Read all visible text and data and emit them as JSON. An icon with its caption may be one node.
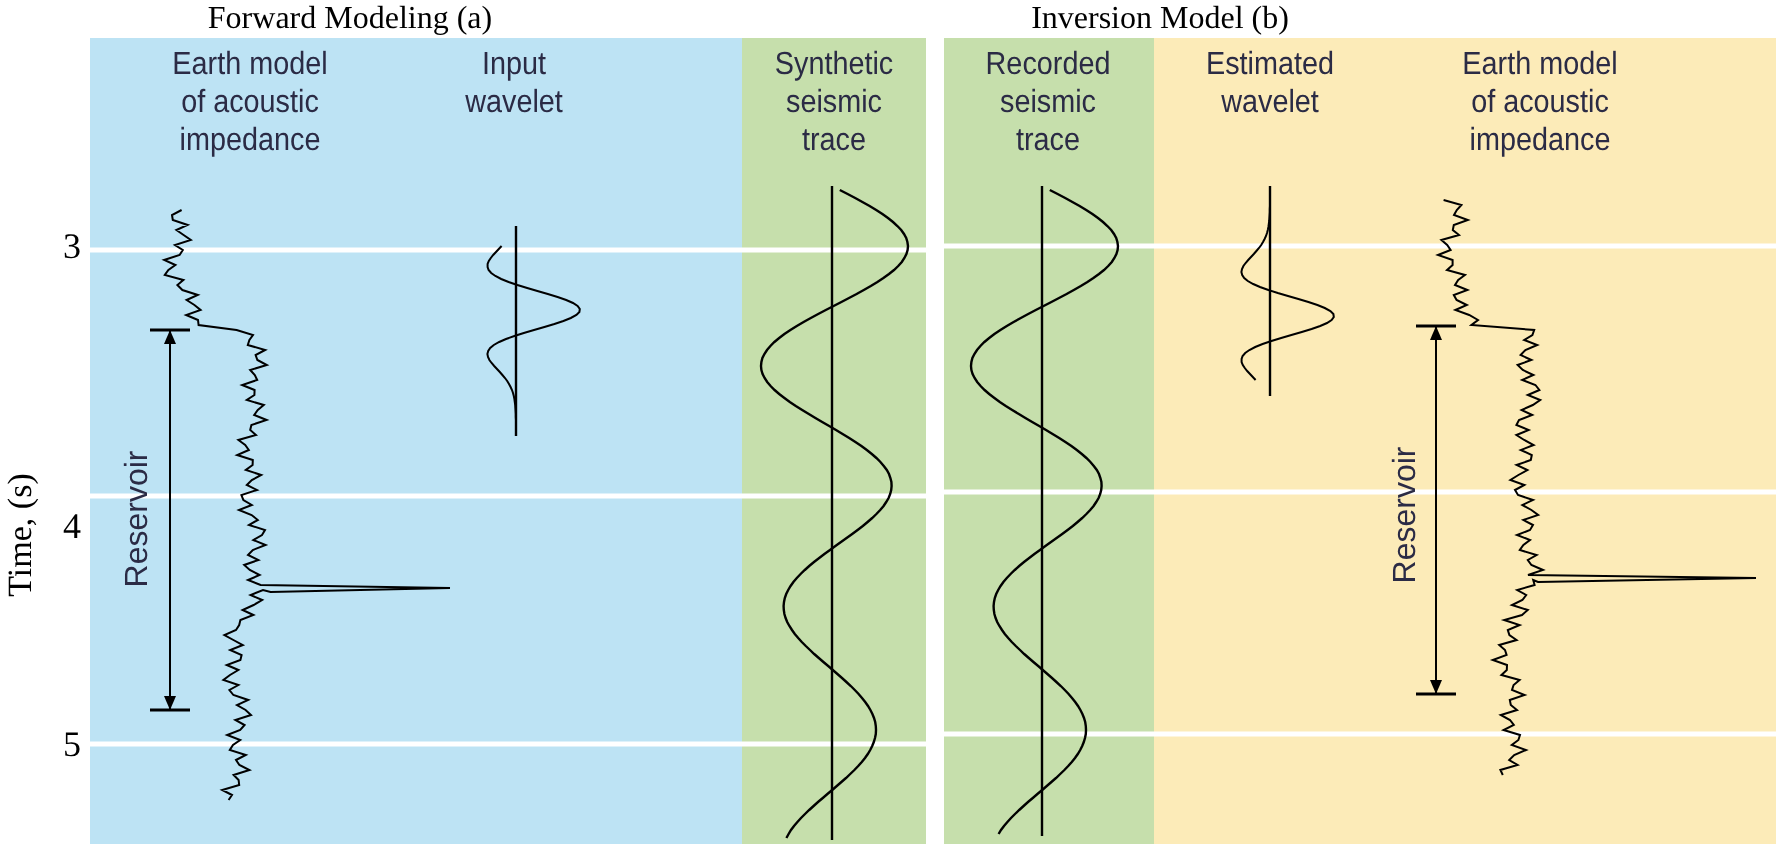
{
  "diagram": {
    "nodes": [
      {
        "text": [
          "Earth model of acoustic impedance",
          "Input wavelet"
        ]
      },
      {
        "text": [
          "Synthetic seismic trace"
        ]
      },
      {
        "text": [
          "Recorded seismic trace"
        ]
      },
      {
        "text": [
          "Estimated wavelet",
          "Earth model of acoustic impedance"
        ]
      }
    ],
    "labels": [
      "Forward Modeling (a)",
      "Inversion Model (b)",
      "Time, (s)",
      "3",
      "4",
      "5",
      "Reservoir",
      "Reservoir"
    ]
  }
}
